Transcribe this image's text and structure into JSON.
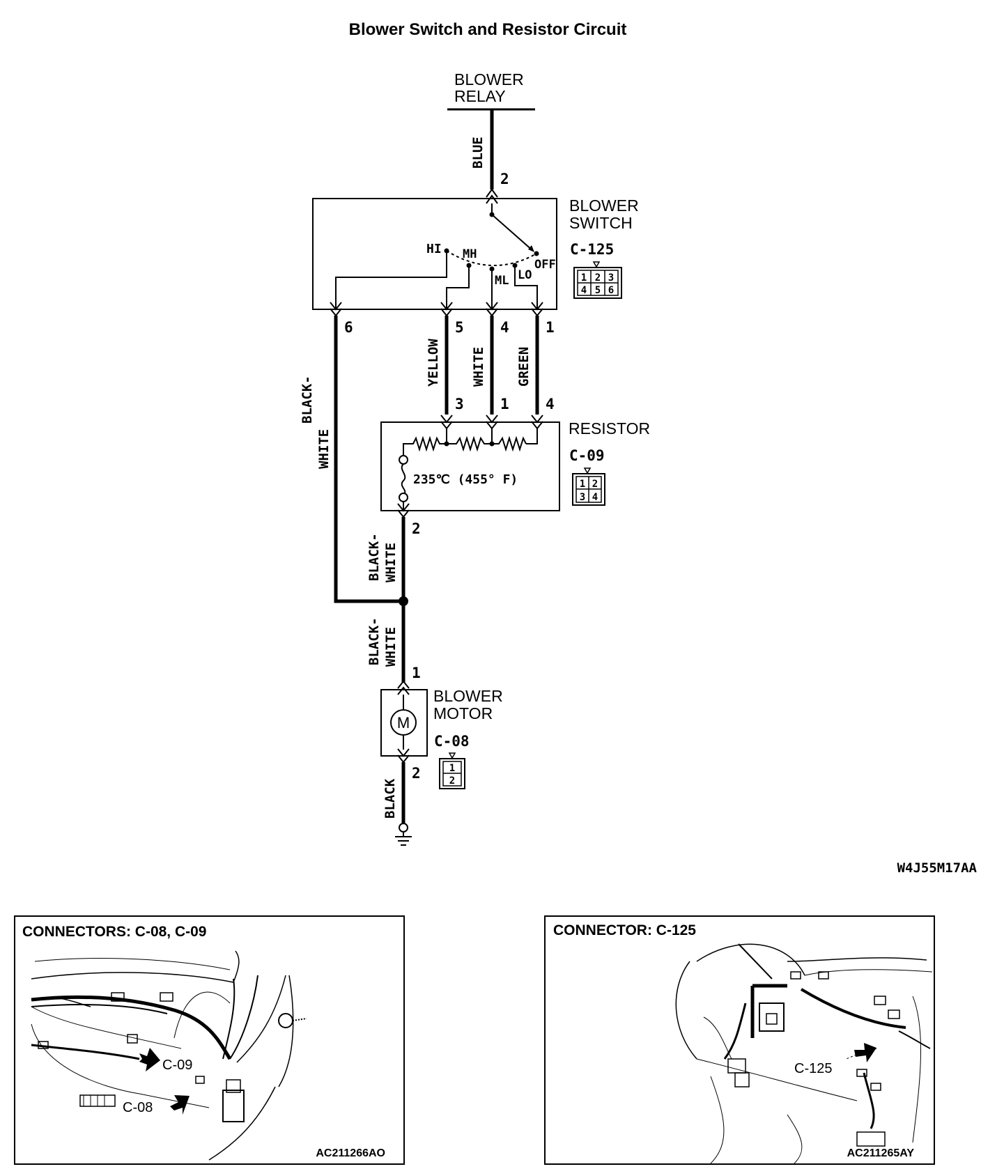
{
  "title": "Blower Switch and Resistor Circuit",
  "blower_relay": {
    "line1": "BLOWER",
    "line2": "RELAY"
  },
  "blower_switch": {
    "line1": "BLOWER",
    "line2": "SWITCH",
    "connector": "C-125",
    "positions": {
      "hi": "HI",
      "mh": "MH",
      "ml": "ML",
      "lo": "LO",
      "off": "OFF"
    },
    "pins": [
      "1",
      "2",
      "3",
      "4",
      "5",
      "6"
    ]
  },
  "resistor": {
    "label": "RESISTOR",
    "connector": "C-09",
    "fuse_text": "235℃ (455° F)",
    "pins": [
      "1",
      "2",
      "3",
      "4"
    ]
  },
  "blower_motor": {
    "line1": "BLOWER",
    "line2": "MOTOR",
    "connector": "C-08",
    "symbol": "M",
    "pins": [
      "1",
      "2"
    ]
  },
  "wires": {
    "blue": "BLUE",
    "yellow": "YELLOW",
    "white": "WHITE",
    "green": "GREEN",
    "black_white_1": "BLACK-",
    "black_white_2": "WHITE",
    "black": "BLACK"
  },
  "pin_numbers": {
    "relay_2": "2",
    "sw_6": "6",
    "sw_5": "5",
    "sw_4": "4",
    "sw_1": "1",
    "res_3": "3",
    "res_1": "1",
    "res_4": "4",
    "res_2": "2",
    "motor_1": "1",
    "motor_2": "2"
  },
  "figure_code": "W4J55M17AA",
  "panel_left": {
    "title": "CONNECTORS: C-08, C-09",
    "label_c09": "C-09",
    "label_c08": "C-08",
    "code": "AC211266AO"
  },
  "panel_right": {
    "title": "CONNECTOR: C-125",
    "label_c125": "C-125",
    "code": "AC211265AY"
  }
}
